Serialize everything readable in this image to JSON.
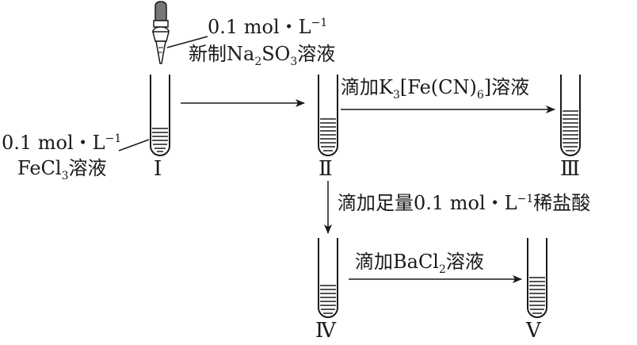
{
  "reagent_top": {
    "line1_main": "0.1 mol・L",
    "line1_sup": "−1",
    "line2_a": "新制Na",
    "line2_sub1": "2",
    "line2_b": "SO",
    "line2_sub2": "3",
    "line2_c": "溶液"
  },
  "reagent_left": {
    "line1_main": "0.1 mol・L",
    "line1_sup": "−1",
    "line2_a": "FeCl",
    "line2_sub": "3",
    "line2_b": "溶液"
  },
  "step_ii_iii": {
    "a": "滴加K",
    "sub1": "3",
    "b": "[Fe(CN)",
    "sub2": "6",
    "c": "]溶液"
  },
  "step_ii_iv": {
    "a": "滴加足量0.1 mol・L",
    "sup": "−1",
    "b": "稀盐酸"
  },
  "step_iv_v": {
    "a": "滴加BaCl",
    "sub": "2",
    "b": "溶液"
  },
  "tubes": {
    "t1": "Ⅰ",
    "t2": "Ⅱ",
    "t3": "Ⅲ",
    "t4": "Ⅳ",
    "t5": "Ⅴ"
  }
}
